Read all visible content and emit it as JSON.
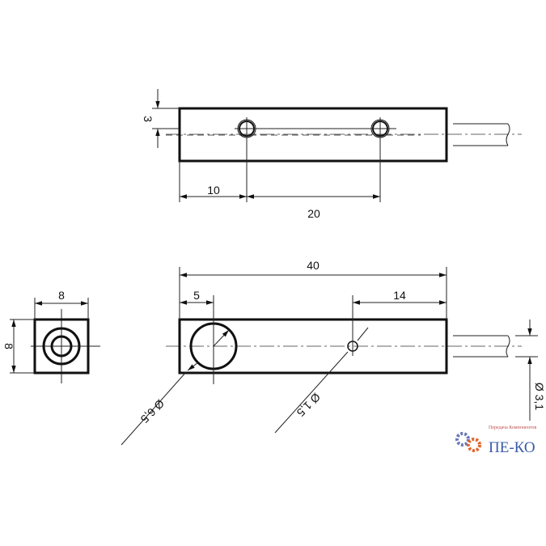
{
  "dimensions": {
    "top_offset": "3",
    "hole1_pos": "10",
    "hole_spacing": "20",
    "length": "40",
    "big_hole_pos": "5",
    "small_hole_pos": "14",
    "side_width": "8",
    "side_height": "8",
    "big_hole_dia": "Ø 6,5",
    "small_hole_dia": "Ø 1,5",
    "cable_dia": "Ø 3,1"
  },
  "logo": {
    "text": "ПЕ-КО",
    "tagline": "Передача Компонентов",
    "color": "#3b5ba9",
    "gear_colors": [
      "#e0662e",
      "#6a79b8"
    ]
  }
}
